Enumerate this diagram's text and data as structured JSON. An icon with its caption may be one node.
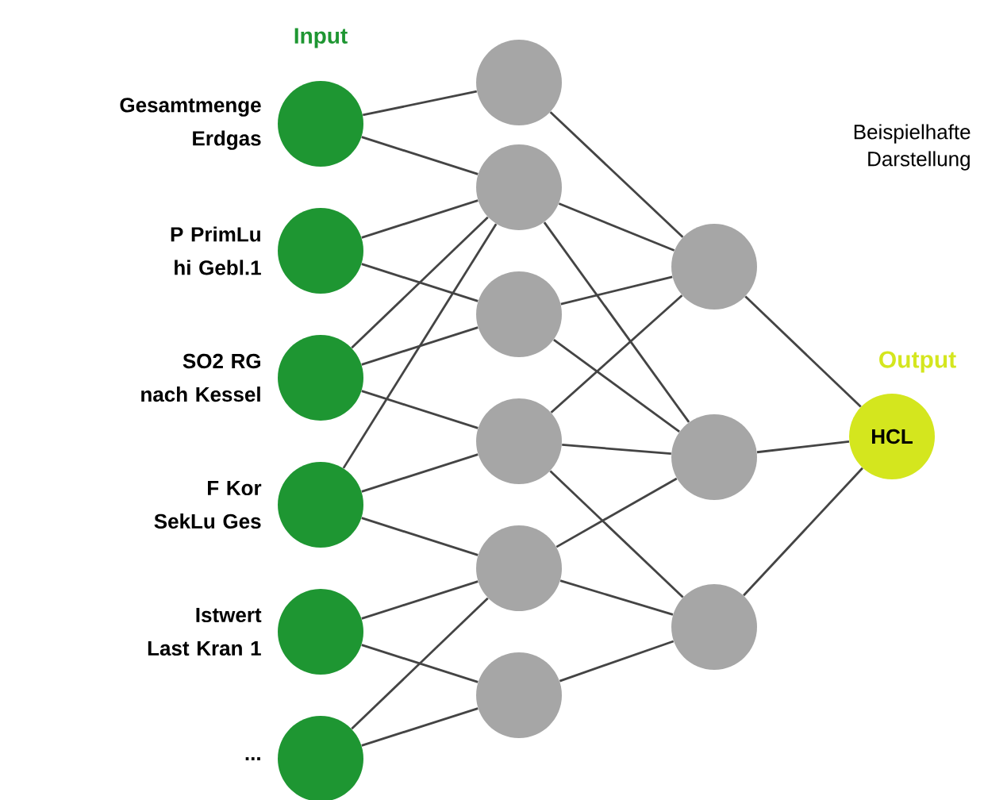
{
  "diagram": {
    "nodes": [
      {
        "text": [],
        "shape": "circle",
        "beside": [
          "Gesamtmenge Erdgas"
        ]
      },
      {
        "text": [],
        "shape": "circle",
        "beside": [
          "P PrimLu hi Gebl.1"
        ]
      },
      {
        "text": [],
        "shape": "circle",
        "beside": [
          "SO2 RG nach Kessel"
        ]
      },
      {
        "text": [],
        "shape": "circle",
        "beside": [
          "F Kor SekLu Ges"
        ]
      },
      {
        "text": [],
        "shape": "circle",
        "beside": [
          "Istwert Last Kran 1"
        ]
      },
      {
        "text": [],
        "shape": "circle",
        "beside": [
          "..."
        ]
      },
      {
        "text": [],
        "shape": "circle"
      },
      {
        "text": [],
        "shape": "circle"
      },
      {
        "text": [],
        "shape": "circle"
      },
      {
        "text": [],
        "shape": "circle"
      },
      {
        "text": [],
        "shape": "circle"
      },
      {
        "text": [],
        "shape": "circle"
      },
      {
        "text": [],
        "shape": "circle"
      },
      {
        "text": [],
        "shape": "circle"
      },
      {
        "text": [],
        "shape": "circle"
      },
      {
        "text": [
          "HCL"
        ]
      }
    ],
    "edges": [
      {
        "from": 0,
        "to": 6,
        "arrow": "none"
      },
      {
        "from": 0,
        "to": 7,
        "arrow": "none"
      },
      {
        "from": 1,
        "to": 7,
        "arrow": "none"
      },
      {
        "from": 1,
        "to": 8,
        "arrow": "none"
      },
      {
        "from": 2,
        "to": 7,
        "arrow": "none"
      },
      {
        "from": 2,
        "to": 8,
        "arrow": "none"
      },
      {
        "from": 2,
        "to": 9,
        "arrow": "none"
      },
      {
        "from": 3,
        "to": 7,
        "arrow": "none"
      },
      {
        "from": 3,
        "to": 9,
        "arrow": "none"
      },
      {
        "from": 3,
        "to": 10,
        "arrow": "none"
      },
      {
        "from": 4,
        "to": 10,
        "arrow": "none"
      },
      {
        "from": 4,
        "to": 11,
        "arrow": "none"
      },
      {
        "from": 5,
        "to": 10,
        "arrow": "none"
      },
      {
        "from": 5,
        "to": 11,
        "arrow": "none"
      },
      {
        "from": 6,
        "to": 12,
        "arrow": "none"
      },
      {
        "from": 7,
        "to": 12,
        "arrow": "none"
      },
      {
        "from": 7,
        "to": 13,
        "arrow": "none"
      },
      {
        "from": 8,
        "to": 12,
        "arrow": "none"
      },
      {
        "from": 8,
        "to": 13,
        "arrow": "none"
      },
      {
        "from": 9,
        "to": 12,
        "arrow": "none"
      },
      {
        "from": 9,
        "to": 13,
        "arrow": "none"
      },
      {
        "from": 9,
        "to": 14,
        "arrow": "none"
      },
      {
        "from": 10,
        "to": 13,
        "arrow": "none"
      },
      {
        "from": 10,
        "to": 14,
        "arrow": "none"
      },
      {
        "from": 11,
        "to": 14,
        "arrow": "none"
      },
      {
        "from": 12,
        "to": 15,
        "arrow": "none"
      },
      {
        "from": 13,
        "to": 15,
        "arrow": "none"
      },
      {
        "from": 14,
        "to": 15,
        "arrow": "none"
      }
    ],
    "labels": [
      "Input",
      "Beispielhafte Darstellung",
      "Output"
    ]
  }
}
